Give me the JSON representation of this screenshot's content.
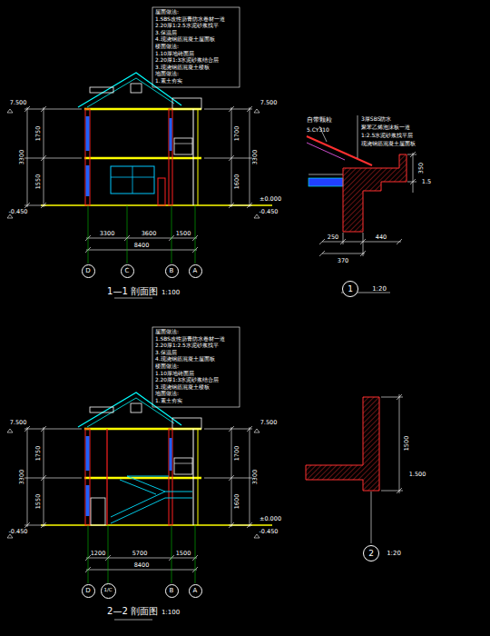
{
  "diagram": {
    "nodes": [
      {
        "text": [
          "D"
        ]
      },
      {
        "text": [
          "C"
        ]
      },
      {
        "text": [
          "B"
        ]
      },
      {
        "text": [
          "A"
        ]
      },
      {
        "text": [
          "1"
        ]
      },
      {
        "text": [
          "D"
        ]
      },
      {
        "text": [
          "1/C"
        ]
      },
      {
        "text": [
          "B"
        ]
      },
      {
        "text": [
          "A"
        ]
      },
      {
        "text": [
          "2"
        ]
      }
    ],
    "edges": [],
    "labels": [
      "7.500",
      "7.500",
      "±0.000",
      "-0.450",
      "-0.450",
      "1750",
      "1550",
      "3300",
      "1700",
      "1600",
      "3300",
      "3300",
      "3600",
      "1500",
      "8400",
      "1—1 剖面图",
      "1:100",
      "屋面做法:",
      "1.SBS改性沥青防水卷材一道",
      "2.20厚1:2.5水泥砂浆找平",
      "3.保温层",
      "4.现浇钢筋混凝土屋面板",
      "楼面做法:",
      "1.10厚地砖面层",
      "2.20厚1:3水泥砂浆结合层",
      "3.现浇钢筋混凝土楼板",
      "地面做法:",
      "1.素土夯实",
      "7.500",
      "7.500",
      "±0.000",
      "-0.450",
      "-0.450",
      "1750",
      "1550",
      "3300",
      "1700",
      "1600",
      "3300",
      "1200",
      "5700",
      "1500",
      "8400",
      "2—2 剖面图",
      "1:100",
      "屋面做法:",
      "1.SBS改性沥青防水卷材一道",
      "2.20厚1:2.5水泥砂浆找平",
      "3.保温层",
      "4.现浇钢筋混凝土屋面板",
      "楼面做法:",
      "1.10厚地砖面层",
      "2.20厚1:3水泥砂浆结合层",
      "3.现浇钢筋混凝土楼板",
      "地面做法:",
      "1.素土夯实",
      "自带颗粒",
      "5.CY310",
      "3厚SBS防水",
      "聚苯乙烯泡沫板一道",
      "1:2.5水泥砂浆找平层",
      "现浇钢筋混凝土屋面板",
      "250",
      "440",
      "370",
      "350",
      "1.5",
      "1:20",
      "1500",
      "1.500",
      "1:20"
    ]
  }
}
